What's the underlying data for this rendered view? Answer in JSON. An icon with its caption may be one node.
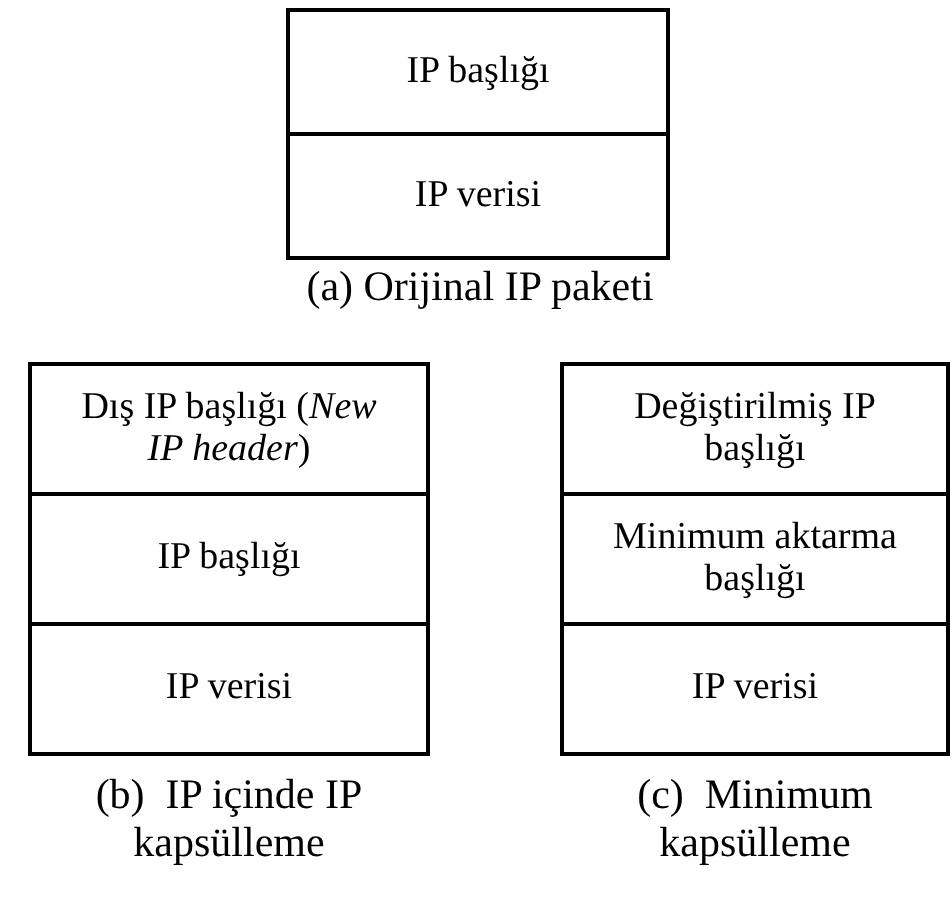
{
  "diagram": {
    "nodes": [
      {
        "text": [],
        "shape": "box",
        "beside": [
          "(a) Orijinal IP paketi"
        ]
      },
      {
        "text": [
          "IP başlığı"
        ],
        "in": 0
      },
      {
        "text": [
          "IP verisi"
        ],
        "in": 0
      },
      {
        "text": [],
        "shape": "box",
        "beside": [
          "(b)  IP içinde IP kapsülleme"
        ]
      },
      {
        "text": [
          "Dış IP başlığı (*New IP header*)"
        ],
        "in": 3
      },
      {
        "text": [
          "IP başlığı"
        ],
        "in": 3
      },
      {
        "text": [
          "IP verisi"
        ],
        "in": 3
      },
      {
        "text": [],
        "shape": "box",
        "beside": [
          "(c)  Minimum kapsülleme"
        ]
      },
      {
        "text": [
          "Değiştirilmiş IP başlığı"
        ],
        "in": 7
      },
      {
        "text": [
          "Minimum aktarma başlığı"
        ],
        "in": 7
      },
      {
        "text": [
          "IP verisi"
        ],
        "in": 7
      }
    ]
  }
}
